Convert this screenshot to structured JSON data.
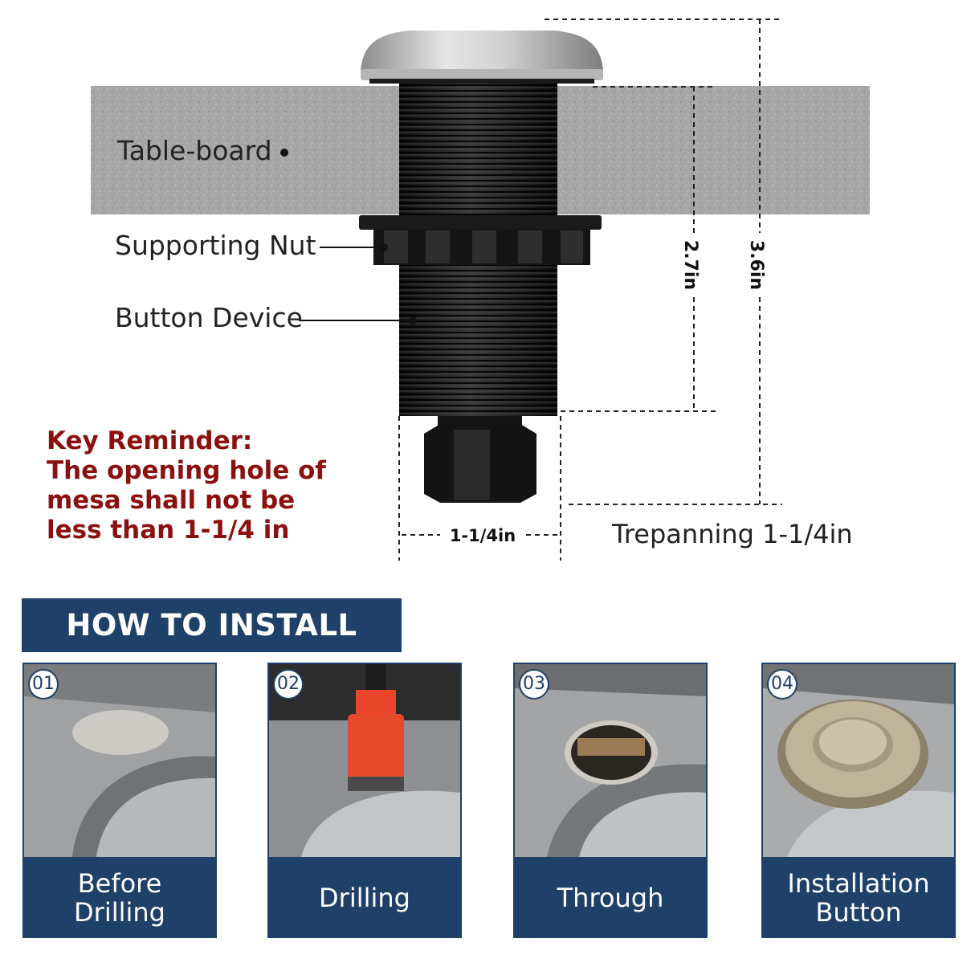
{
  "diagram": {
    "labels": {
      "table_board": "Table-board",
      "supporting_nut": "Supporting Nut",
      "button_device": "Button Device"
    },
    "dimensions": {
      "height_short": "2.7in",
      "height_total": "3.6in",
      "width": "1-1/4in",
      "trepanning": "Trepanning 1-1/4in"
    },
    "reminder": [
      "Key Reminder:",
      "The opening hole of",
      "mesa shall not be",
      "less than 1-1/4 in"
    ]
  },
  "install": {
    "title": "HOW TO INSTALL",
    "steps": [
      {
        "number": "01",
        "label": "Before Drilling"
      },
      {
        "number": "02",
        "label": "Drilling"
      },
      {
        "number": "03",
        "label": "Through"
      },
      {
        "number": "04",
        "label": "Installation Button"
      }
    ]
  },
  "colors": {
    "navy": "#1f4068",
    "reminder_red": "#8b1010",
    "board_gray": "#a9a9a9"
  }
}
